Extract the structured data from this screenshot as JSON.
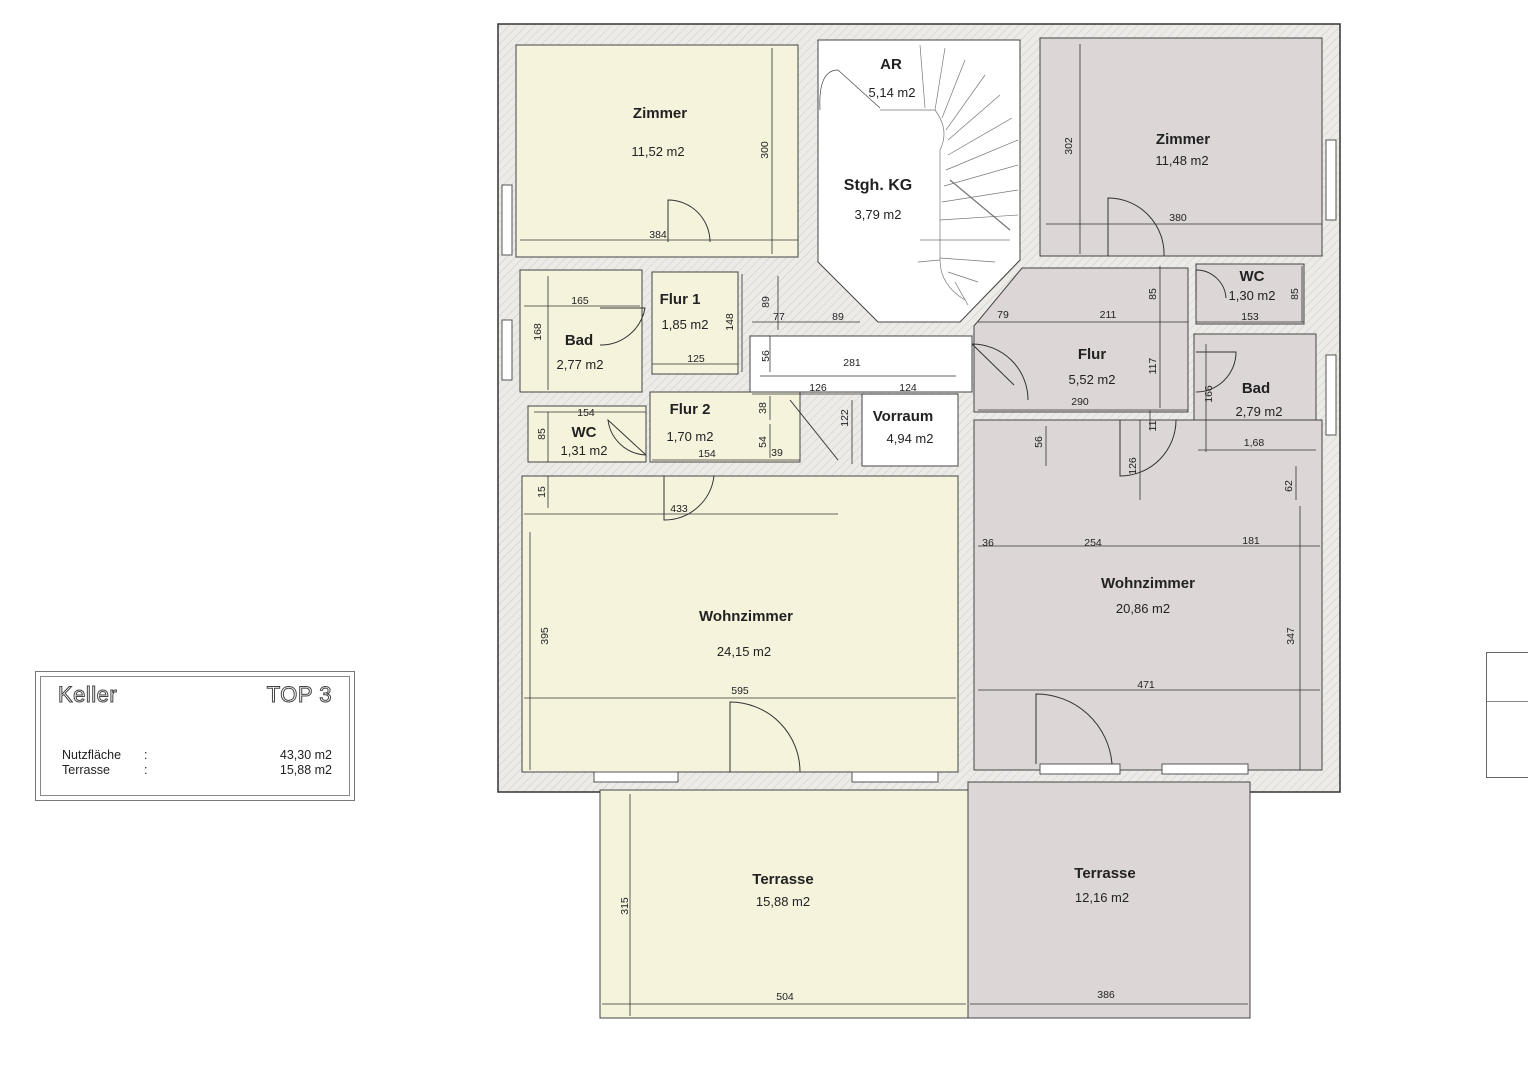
{
  "rooms": {
    "zimmer_left": {
      "name": "Zimmer",
      "area": "11,52 m2"
    },
    "ar": {
      "name": "AR",
      "area": "5,14 m2"
    },
    "stgh": {
      "name": "Stgh. KG",
      "area": "3,79 m2"
    },
    "zimmer_right": {
      "name": "Zimmer",
      "area": "11,48 m2"
    },
    "flur1": {
      "name": "Flur 1",
      "area": "1,85 m2"
    },
    "bad_left": {
      "name": "Bad",
      "area": "2,77 m2"
    },
    "flur2": {
      "name": "Flur 2",
      "area": "1,70 m2"
    },
    "wc_left": {
      "name": "WC",
      "area": "1,31 m2"
    },
    "vorraum": {
      "name": "Vorraum",
      "area": "4,94 m2"
    },
    "flur_right": {
      "name": "Flur",
      "area": "5,52 m2"
    },
    "wc_right": {
      "name": "WC",
      "area": "1,30 m2"
    },
    "bad_right": {
      "name": "Bad",
      "area": "2,79 m2"
    },
    "wohnzimmer_left": {
      "name": "Wohnzimmer",
      "area": "24,15 m2"
    },
    "wohnzimmer_right": {
      "name": "Wohnzimmer",
      "area": "20,86 m2"
    },
    "terrasse_left": {
      "name": "Terrasse",
      "area": "15,88 m2"
    },
    "terrasse_right": {
      "name": "Terrasse",
      "area": "12,16 m2"
    }
  },
  "dimensions": {
    "d300": "300",
    "d384": "384",
    "d302": "302",
    "d380": "380",
    "d165": "165",
    "d168": "168",
    "d148": "148",
    "d125": "125",
    "d89a": "89",
    "d77": "77",
    "d89b": "89",
    "d56a": "56",
    "d281": "281",
    "d126a": "126",
    "d124": "124",
    "d122": "122",
    "d154a": "154",
    "d85a": "85",
    "d38": "38",
    "d54": "54",
    "d154b": "154",
    "d39": "39",
    "d15": "15",
    "d433": "433",
    "d79": "79",
    "d211": "211",
    "d85b": "85",
    "d85c": "85",
    "d153": "153",
    "d117": "117",
    "d290": "290",
    "d11": "11",
    "d166": "166",
    "d168b": "1,68",
    "d56b": "56",
    "d126b": "126",
    "d62": "62",
    "d36": "36",
    "d254": "254",
    "d181": "181",
    "d395": "395",
    "d595": "595",
    "d347": "347",
    "d471": "471",
    "d315": "315",
    "d504": "504",
    "d386": "386"
  },
  "legend": {
    "title_left": "Keller",
    "title_right": "TOP 3",
    "rows": [
      {
        "label": "Nutzfläche",
        "colon": ":",
        "value": "43,30 m2"
      },
      {
        "label": "Terrasse",
        "colon": ":",
        "value": "15,88 m2"
      }
    ]
  },
  "colors": {
    "unit_left": "#f6f3dc",
    "unit_right": "#ddd6d6",
    "wall": "#e2e1dc",
    "line": "#333333"
  }
}
